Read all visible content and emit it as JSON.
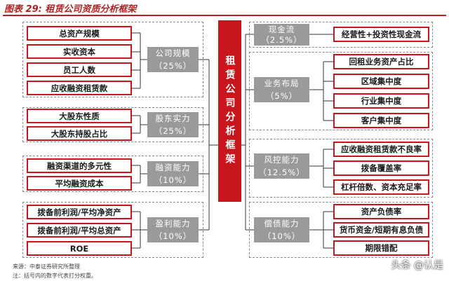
{
  "figure_title": "图表 29:  租赁公司资质分析框架",
  "center_label": "租赁公司分析框架",
  "left_groups": [
    {
      "category": "公司规模",
      "weight": "（25%）",
      "items": [
        "总资产规模",
        "实收资本",
        "员工人数",
        "应收融资租赁款"
      ]
    },
    {
      "category": "股东实力",
      "weight": "（25%）",
      "items": [
        "大股东性质",
        "大股东持股占比"
      ]
    },
    {
      "category": "融资能力",
      "weight": "（10%）",
      "items": [
        "融资渠道的多元性",
        "平均融资成本"
      ]
    },
    {
      "category": "盈利能力",
      "weight": "（10%）",
      "items": [
        "拨备前利润/平均净资产",
        "拨备前利润/平均总资产",
        "ROE"
      ]
    }
  ],
  "right_groups": [
    {
      "category": "现金流",
      "weight": "（2.5%）",
      "items": [
        "经营性+投资性现金流"
      ]
    },
    {
      "category": "业务布局",
      "weight": "（5%）",
      "items": [
        "回租业务资产占比",
        "区域集中度",
        "行业集中度",
        "客户集中度"
      ]
    },
    {
      "category": "风控能力",
      "weight": "（12.5%）",
      "items": [
        "应收融资租赁款不良率",
        "拨备覆盖率",
        "杠杆倍数、资本充足率"
      ]
    },
    {
      "category": "偿债能力",
      "weight": "（10%）",
      "items": [
        "资产负债率",
        "货币资金/短期有息负债",
        "期限错配"
      ]
    }
  ],
  "footer": {
    "source": "来源：中泰证券研究所整理",
    "note": "注：括号内的数字代表打分权重。"
  },
  "watermark": "头条 @认是",
  "colors": {
    "accent_red": "#c8161d",
    "category_gray": "#9a9a9a",
    "title_red": "#b22222"
  }
}
